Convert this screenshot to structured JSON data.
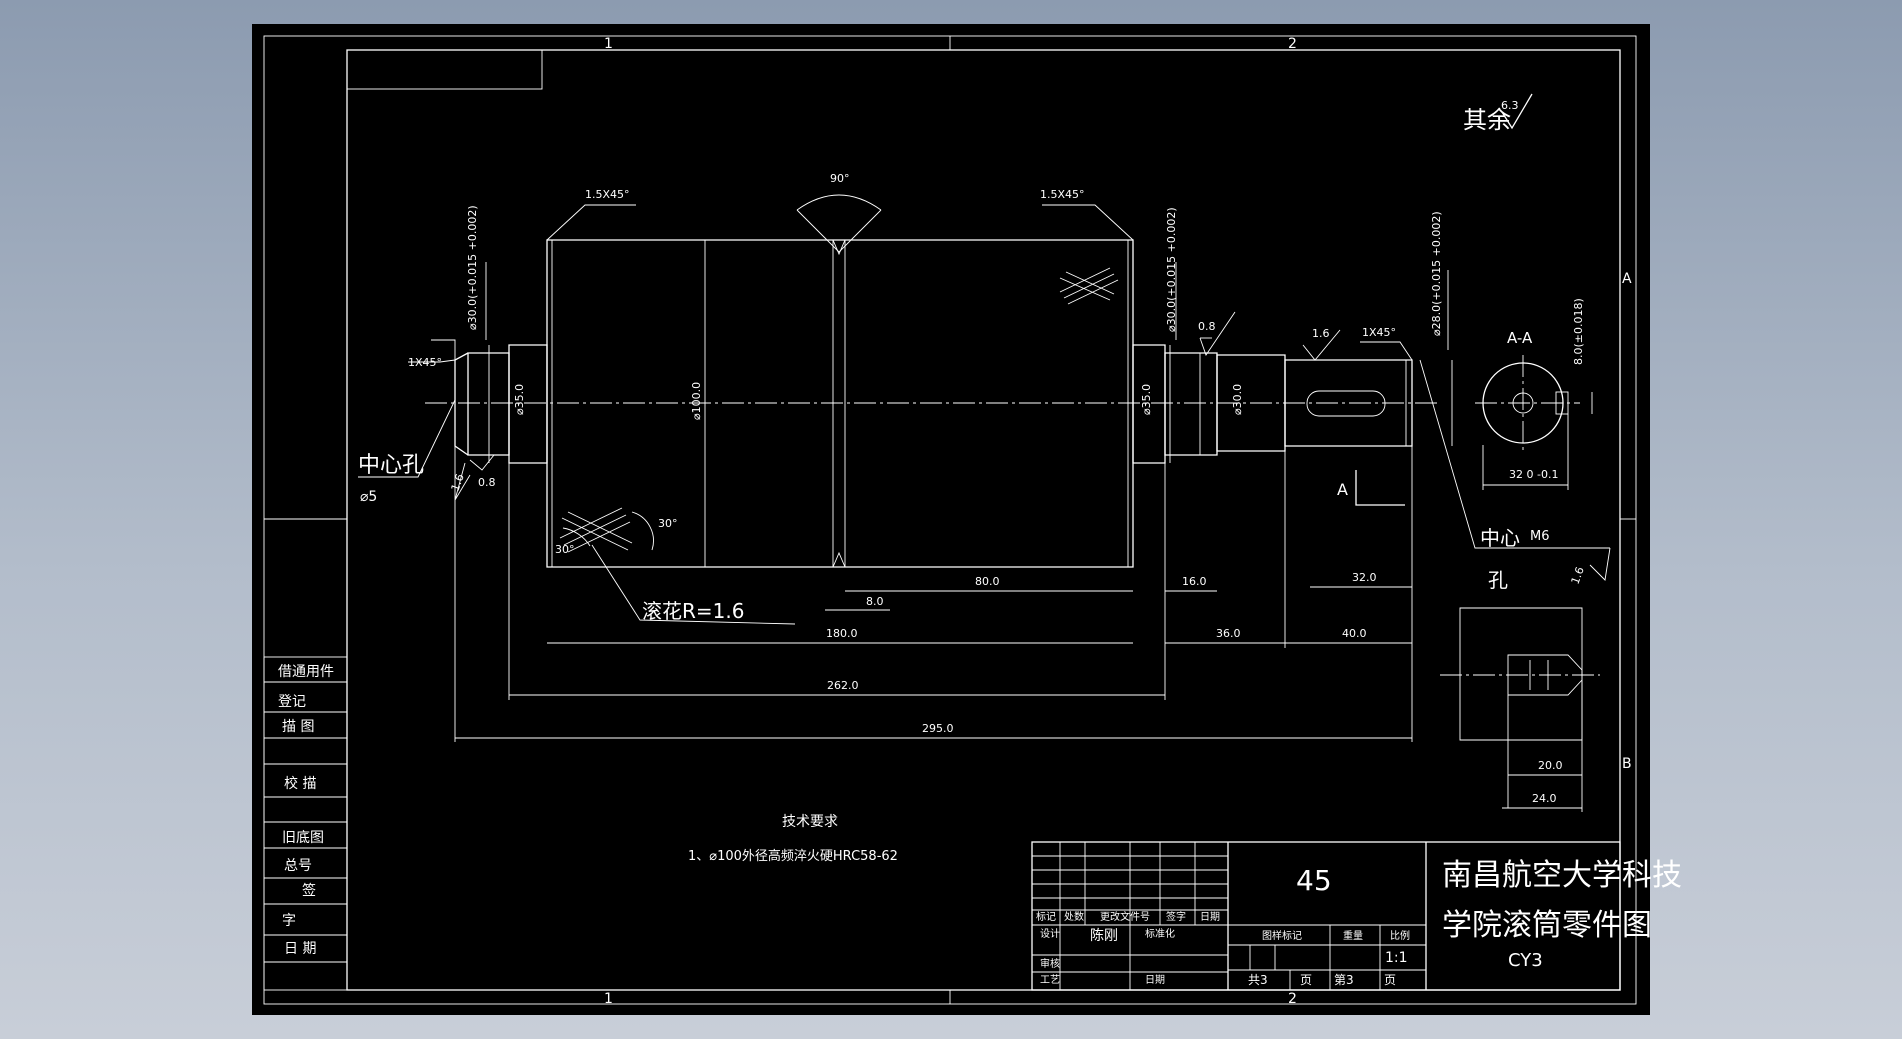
{
  "colors": {
    "background": "#000000",
    "lines": "#ffffff",
    "backdrop_top": "#8c9bb0",
    "backdrop_bottom": "#c8ced8"
  },
  "zones": {
    "top_1": "1",
    "top_2": "2",
    "bottom_1": "1",
    "bottom_2": "2",
    "side_a": "A",
    "side_b": "B"
  },
  "surface": {
    "label": "其余",
    "value": "6.3"
  },
  "dims": {
    "chamfer_left": "1.5X45°",
    "chamfer_right": "1.5X45°",
    "groove_angle": "90°",
    "left_dia_tol": "⌀30.0(+0.015 +0.002)",
    "right_dia_tol": "⌀30.0(+0.015 +0.002)",
    "shaft_dia_tol": "⌀28.0(+0.015 +0.002)",
    "rough_08_right": "0.8",
    "rough_16_right": "1.6",
    "chamfer_1x45_left": "1X45°",
    "chamfer_1x45_right": "1X45°",
    "d_left_35": "⌀35.0",
    "d_center_100": "⌀100.0",
    "d_right_35": "⌀35.0",
    "d_right_30": "⌀30.0",
    "center_hole_left": "中心孔",
    "center_hole_left_dia": "⌀5",
    "rough_16_left": "1.6",
    "rough_08_left": "0.8",
    "knurl_label": "滚花R=1.6",
    "angle_30_left": "30°",
    "angle_30_right": "30°",
    "dim_80": "80.0",
    "dim_8": "8.0",
    "dim_180": "180.0",
    "dim_16": "16.0",
    "dim_32": "32.0",
    "dim_36": "36.0",
    "dim_40": "40.0",
    "dim_262": "262.0",
    "dim_295": "295.0",
    "section_arrow": "A",
    "section_title": "A-A",
    "keyway_width": "8.0(±0.018)",
    "keyway_depth": "32 0 -0.1",
    "center_hole_right": "中心",
    "center_hole_right2": "孔",
    "center_hole_m6": "M6",
    "rough_16_detail": "1.6",
    "detail_20": "20.0",
    "detail_24": "24.0"
  },
  "tech": {
    "title": "技术要求",
    "line1": "1、⌀100外径高频淬火硬HRC58-62"
  },
  "side_table": [
    "借通用件",
    "登记",
    "描 图",
    "校 描",
    "旧底图",
    "总号",
    "签",
    "字",
    "日 期"
  ],
  "title_block": {
    "material": "45",
    "school_line1": "南昌航空大学科技",
    "school_line2": "学院滚筒零件图",
    "drawing_no": "CY3",
    "scale": "1:1",
    "h_biaoji": "标记",
    "h_chushu": "处数",
    "h_wenjian": "更改文件号",
    "h_qianzi": "签字",
    "h_riqi": "日期",
    "sheji": "设计",
    "sheji_name": "陈刚",
    "biaozhunhua": "标准化",
    "h_tuyang": "图样标记",
    "h_zhongliang": "重量",
    "h_bili": "比例",
    "shenhe": "审核",
    "gongyi": "工艺",
    "riqi": "日期",
    "gong": "共3",
    "zhang": "页",
    "di": "第3",
    "zhang2": "页"
  }
}
